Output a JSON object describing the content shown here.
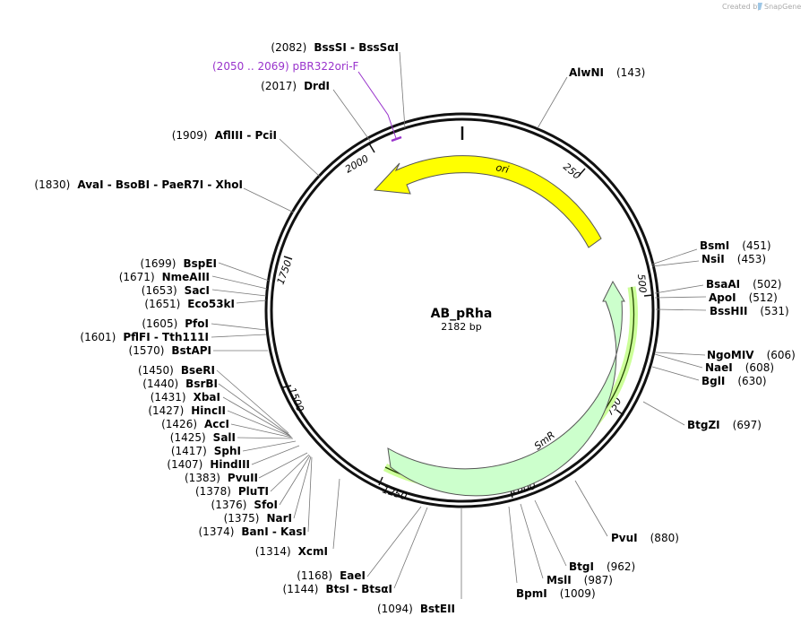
{
  "credit": {
    "prefix": "Created by",
    "brand": "SnapGene"
  },
  "plasmid": {
    "name": "AB_pRha",
    "size_label": "2182 bp",
    "length": 2182
  },
  "ticks": [
    "2000",
    "250",
    "500",
    "750",
    "1000",
    "1250",
    "1500",
    "1750"
  ],
  "features": [
    {
      "name": "ori",
      "color": "#ffff00"
    },
    {
      "name": "SmR",
      "color": "#ccffcc"
    }
  ],
  "primer": {
    "label": "(2050 .. 2069)  pBR322ori-F",
    "color": "#9933cc"
  },
  "sites": [
    {
      "pos": "(2082)",
      "name": "BssSI  -  BssSαI"
    },
    {
      "pos": "(2017)",
      "name": "DrdI"
    },
    {
      "pos": "(1909)",
      "name": "AflIII  -  PciI"
    },
    {
      "pos": "(1830)",
      "name": "AvaI  -  BsoBI  -  PaeR7I  -  XhoI"
    },
    {
      "pos": "(1699)",
      "name": "BspEI"
    },
    {
      "pos": "(1671)",
      "name": "NmeAIII"
    },
    {
      "pos": "(1653)",
      "name": "SacI"
    },
    {
      "pos": "(1651)",
      "name": "Eco53kI"
    },
    {
      "pos": "(1605)",
      "name": "PfoI"
    },
    {
      "pos": "(1601)",
      "name": "PflFI  -  Tth111I"
    },
    {
      "pos": "(1570)",
      "name": "BstAPI"
    },
    {
      "pos": "(1450)",
      "name": "BseRI"
    },
    {
      "pos": "(1440)",
      "name": "BsrBI"
    },
    {
      "pos": "(1431)",
      "name": "XbaI"
    },
    {
      "pos": "(1427)",
      "name": "HincII"
    },
    {
      "pos": "(1426)",
      "name": "AccI"
    },
    {
      "pos": "(1425)",
      "name": "SalI"
    },
    {
      "pos": "(1417)",
      "name": "SphI"
    },
    {
      "pos": "(1407)",
      "name": "HindIII"
    },
    {
      "pos": "(1383)",
      "name": "PvuII"
    },
    {
      "pos": "(1378)",
      "name": "PluTI"
    },
    {
      "pos": "(1376)",
      "name": "SfoI"
    },
    {
      "pos": "(1375)",
      "name": "NarI"
    },
    {
      "pos": "(1374)",
      "name": "BanI  -  KasI"
    },
    {
      "pos": "(1314)",
      "name": "XcmI"
    },
    {
      "pos": "(1168)",
      "name": "EaeI"
    },
    {
      "pos": "(1144)",
      "name": "BtsI  -  BtsαI"
    },
    {
      "pos": "(1094)",
      "name": "BstEII"
    },
    {
      "pos": "(143)",
      "name": "AlwNI"
    },
    {
      "pos": "(451)",
      "name": "BsmI"
    },
    {
      "pos": "(453)",
      "name": "NsiI"
    },
    {
      "pos": "(502)",
      "name": "BsaAI"
    },
    {
      "pos": "(512)",
      "name": "ApoI"
    },
    {
      "pos": "(531)",
      "name": "BssHII"
    },
    {
      "pos": "(606)",
      "name": "NgoMIV"
    },
    {
      "pos": "(608)",
      "name": "NaeI"
    },
    {
      "pos": "(630)",
      "name": "BglI"
    },
    {
      "pos": "(697)",
      "name": "BtgZI"
    },
    {
      "pos": "(880)",
      "name": "PvuI"
    },
    {
      "pos": "(962)",
      "name": "BtgI"
    },
    {
      "pos": "(987)",
      "name": "MslI"
    },
    {
      "pos": "(1009)",
      "name": "BpmI"
    }
  ]
}
